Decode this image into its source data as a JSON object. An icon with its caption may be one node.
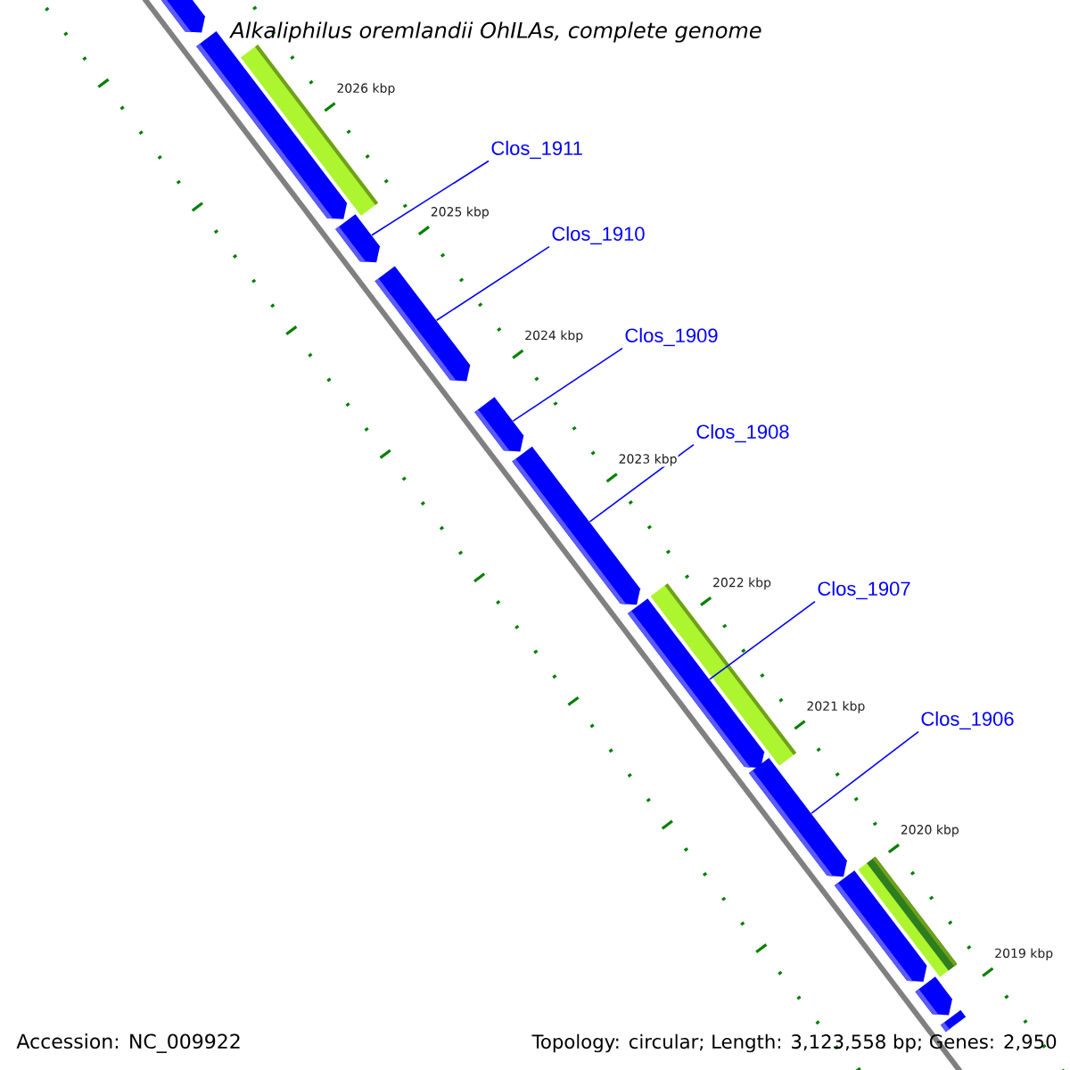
{
  "diagram": {
    "title": "*Alkaliphilus oremlandii* OhILAs, complete genome",
    "nodes": [
      {
        "text": [
          "Clos_1911"
        ]
      },
      {
        "text": [
          "Clos_1910"
        ]
      },
      {
        "text": [
          "Clos_1909"
        ]
      },
      {
        "text": [
          "Clos_1908"
        ]
      },
      {
        "text": [
          "Clos_1907"
        ]
      },
      {
        "text": [
          "Clos_1906"
        ]
      },
      {
        "text": [],
        "shape": "pentagon"
      },
      {
        "text": [],
        "shape": "pentagon"
      },
      {
        "text": [],
        "shape": "pentagon"
      },
      {
        "text": [],
        "shape": "pentagon"
      },
      {
        "text": [],
        "shape": "pentagon"
      },
      {
        "text": [],
        "shape": "pentagon"
      },
      {
        "text": [],
        "shape": "pentagon"
      },
      {
        "text": [],
        "shape": "pentagon"
      },
      {
        "text": [],
        "shape": "pentagon"
      },
      {
        "text": [],
        "shape": "pentagon"
      },
      {
        "text": [],
        "shape": "pentagon"
      },
      {
        "text": [],
        "shape": "bar"
      },
      {
        "text": [],
        "shape": "bar"
      },
      {
        "text": [],
        "shape": "bar"
      }
    ],
    "edges": [
      {
        "from": 0,
        "to": 8,
        "arrow": "none"
      },
      {
        "from": 1,
        "to": 9,
        "arrow": "none"
      },
      {
        "from": 2,
        "to": 10,
        "arrow": "none"
      },
      {
        "from": 3,
        "to": 11,
        "arrow": "none"
      },
      {
        "from": 4,
        "to": 12,
        "arrow": "none"
      },
      {
        "from": 5,
        "to": 13,
        "arrow": "none"
      }
    ],
    "labels": [
      "2026 kbp",
      "2025 kbp",
      "2024 kbp",
      "2023 kbp",
      "2022 kbp",
      "2021 kbp",
      "2020 kbp",
      "2019 kbp",
      "Accession: NC_009922",
      "Topology: circular; Length: 3,123,558 bp; Genes: 2,950"
    ]
  }
}
